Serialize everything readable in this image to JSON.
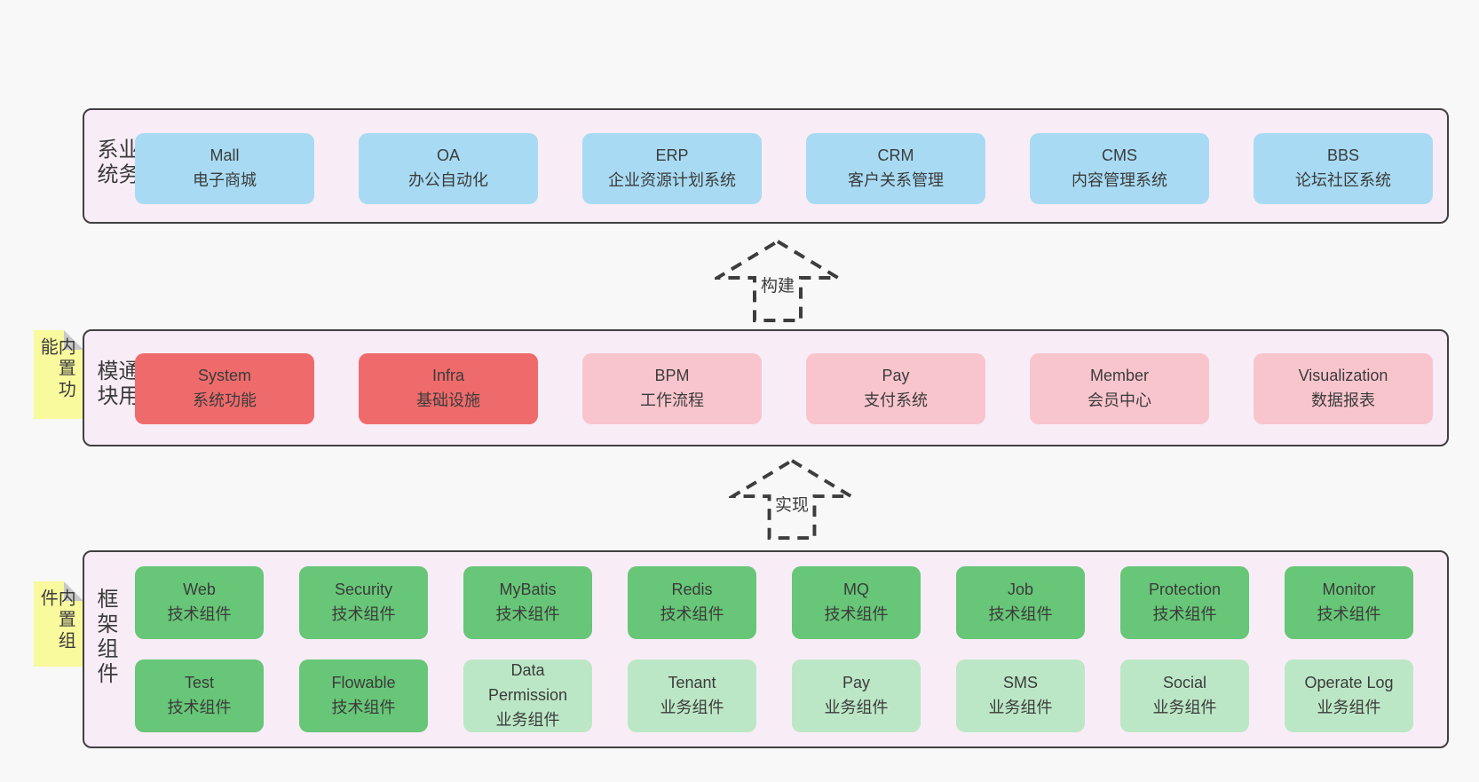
{
  "colors": {
    "page_bg": "#f8f8f8",
    "section_bg": "#f8edf6",
    "section_border": "#404040",
    "business_box_blue": "#a8dbf3",
    "core_module_red": "#ef6b6b",
    "optional_module_pink": "#f9c5cd",
    "tech_component_green": "#67c677",
    "biz_component_light_green": "#bce7c6",
    "sticky_yellow": "#f9f99e",
    "sticky_fold_gray": "#c9c9c9",
    "text": "#3b3b3b"
  },
  "sections": {
    "business": {
      "label": "业务系统",
      "boxes": [
        {
          "title": "Mall",
          "subtitle": "电子商城"
        },
        {
          "title": "OA",
          "subtitle": "办公自动化"
        },
        {
          "title": "ERP",
          "subtitle": "企业资源计划系统"
        },
        {
          "title": "CRM",
          "subtitle": "客户关系管理"
        },
        {
          "title": "CMS",
          "subtitle": "内容管理系统"
        },
        {
          "title": "BBS",
          "subtitle": "论坛社区系统"
        }
      ]
    },
    "modules": {
      "label": "通用模块",
      "sticky": "内置功能",
      "boxes": [
        {
          "title": "System",
          "subtitle": "系统功能",
          "color": "red"
        },
        {
          "title": "Infra",
          "subtitle": "基础设施",
          "color": "red"
        },
        {
          "title": "BPM",
          "subtitle": "工作流程",
          "color": "pink"
        },
        {
          "title": "Pay",
          "subtitle": "支付系统",
          "color": "pink"
        },
        {
          "title": "Member",
          "subtitle": "会员中心",
          "color": "pink"
        },
        {
          "title": "Visualization",
          "subtitle": "数据报表",
          "color": "pink"
        }
      ]
    },
    "framework": {
      "label": "框架组件",
      "sticky": "内置组件",
      "row1": [
        {
          "title": "Web",
          "subtitle": "技术组件",
          "color": "green"
        },
        {
          "title": "Security",
          "subtitle": "技术组件",
          "color": "green"
        },
        {
          "title": "MyBatis",
          "subtitle": "技术组件",
          "color": "green"
        },
        {
          "title": "Redis",
          "subtitle": "技术组件",
          "color": "green"
        },
        {
          "title": "MQ",
          "subtitle": "技术组件",
          "color": "green"
        },
        {
          "title": "Job",
          "subtitle": "技术组件",
          "color": "green"
        },
        {
          "title": "Protection",
          "subtitle": "技术组件",
          "color": "green"
        },
        {
          "title": "Monitor",
          "subtitle": "技术组件",
          "color": "green"
        }
      ],
      "row2": [
        {
          "title": "Test",
          "subtitle": "技术组件",
          "color": "green"
        },
        {
          "title": "Flowable",
          "subtitle": "技术组件",
          "color": "green"
        },
        {
          "title": "Data Permission",
          "subtitle": "业务组件",
          "color": "lightgreen"
        },
        {
          "title": "Tenant",
          "subtitle": "业务组件",
          "color": "lightgreen"
        },
        {
          "title": "Pay",
          "subtitle": "业务组件",
          "color": "lightgreen"
        },
        {
          "title": "SMS",
          "subtitle": "业务组件",
          "color": "lightgreen"
        },
        {
          "title": "Social",
          "subtitle": "业务组件",
          "color": "lightgreen"
        },
        {
          "title": "Operate Log",
          "subtitle": "业务组件",
          "color": "lightgreen"
        }
      ]
    }
  },
  "arrows": [
    {
      "label": "构建"
    },
    {
      "label": "实现"
    }
  ]
}
